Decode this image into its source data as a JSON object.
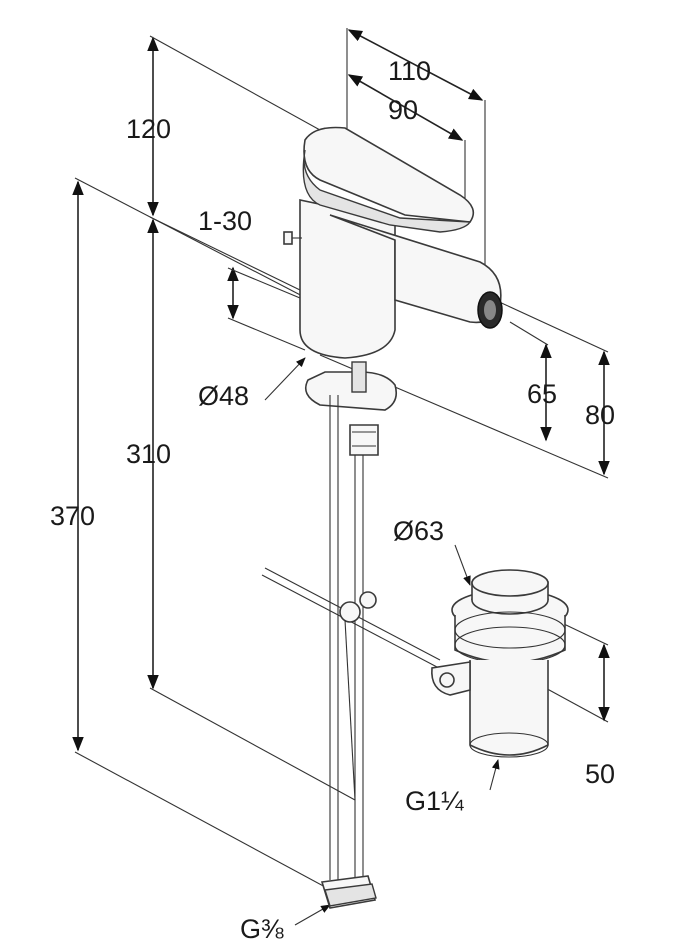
{
  "dimensions": {
    "height_120": "120",
    "height_310": "310",
    "height_370": "370",
    "width_110": "110",
    "width_90": "90",
    "angle_1_30": "1-30",
    "dia_48": "Ø48",
    "height_65": "65",
    "height_80": "80",
    "dia_63": "Ø63",
    "waste_height_50": "50",
    "thread_waste": "G1¼",
    "thread_supply": "G⅜"
  }
}
